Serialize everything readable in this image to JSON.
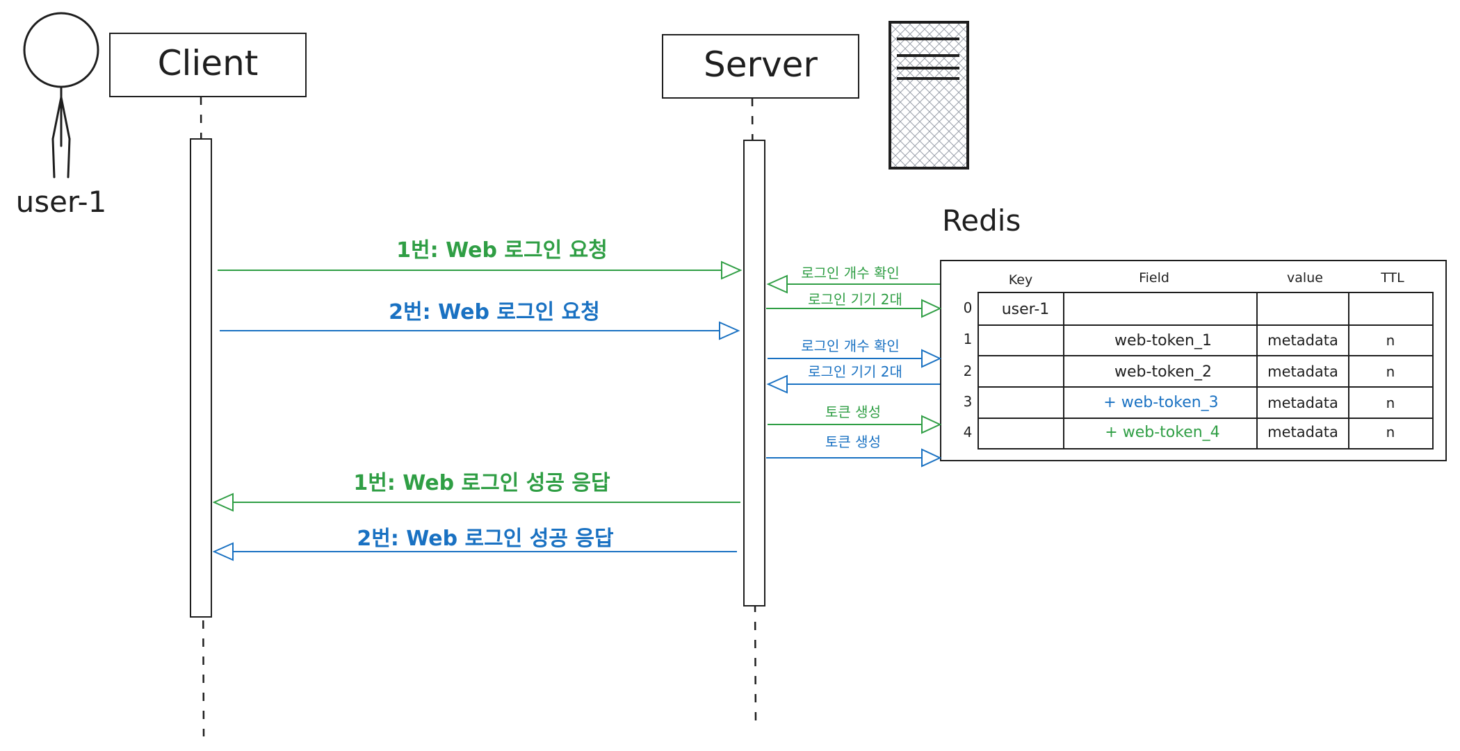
{
  "actor": {
    "label": "user-1"
  },
  "participants": {
    "client": "Client",
    "server": "Server"
  },
  "redis": {
    "title": "Redis",
    "columns": [
      "Key",
      "Field",
      "value",
      "TTL"
    ],
    "rows": [
      {
        "index": "0",
        "key": "user-1",
        "field": "",
        "value": "",
        "ttl": ""
      },
      {
        "index": "1",
        "key": "",
        "field": "web-token_1",
        "value": "metadata",
        "ttl": "n"
      },
      {
        "index": "2",
        "key": "",
        "field": "web-token_2",
        "value": "metadata",
        "ttl": "n"
      },
      {
        "index": "3",
        "key": "",
        "field": "+ web-token_3",
        "value": "metadata",
        "ttl": "n"
      },
      {
        "index": "4",
        "key": "",
        "field": "+ web-token_4",
        "value": "metadata",
        "ttl": "n"
      }
    ]
  },
  "messages": {
    "req1": "1번: Web 로그인 요청",
    "req2": "2번: Web 로그인 요청",
    "resp1": "1번: Web 로그인 성공 응답",
    "resp2": "2번: Web 로그인 성공 응답",
    "g_count_check": "로그인 개수 확인",
    "g_devices": "로그인 기기 2대",
    "b_count_check": "로그인 개수 확인",
    "b_devices": "로그인 기기 2대",
    "g_token_create": "토큰 생성",
    "b_token_create": "토큰 생성"
  },
  "colors": {
    "green": "#2f9e44",
    "blue": "#1971c2",
    "ink": "#1e1e1e"
  }
}
